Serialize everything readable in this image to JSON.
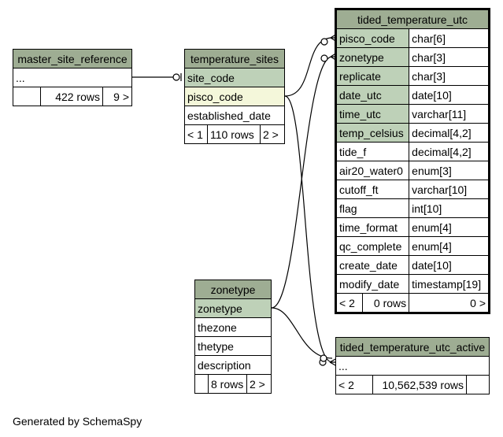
{
  "tables": {
    "master_site_reference": {
      "name": "master_site_reference",
      "ellipsis": "...",
      "rows": "422 rows",
      "children": "9 >"
    },
    "temperature_sites": {
      "name": "temperature_sites",
      "columns": [
        "site_code",
        "pisco_code",
        "established_date"
      ],
      "parents": "< 1",
      "rows": "110 rows",
      "children": "2 >"
    },
    "zonetype": {
      "name": "zonetype",
      "columns": [
        "zonetype",
        "thezone",
        "thetype",
        "description"
      ],
      "rows": "8 rows",
      "children": "2 >"
    },
    "tided_temperature_utc": {
      "name": "tided_temperature_utc",
      "columns": [
        {
          "name": "pisco_code",
          "type": "char[6]"
        },
        {
          "name": "zonetype",
          "type": "char[3]"
        },
        {
          "name": "replicate",
          "type": "char[3]"
        },
        {
          "name": "date_utc",
          "type": "date[10]"
        },
        {
          "name": "time_utc",
          "type": "varchar[11]"
        },
        {
          "name": "temp_celsius",
          "type": "decimal[4,2]"
        },
        {
          "name": "tide_f",
          "type": "decimal[4,2]"
        },
        {
          "name": "air20_water0",
          "type": "enum[3]"
        },
        {
          "name": "cutoff_ft",
          "type": "varchar[10]"
        },
        {
          "name": "flag",
          "type": "int[10]"
        },
        {
          "name": "time_format",
          "type": "enum[4]"
        },
        {
          "name": "qc_complete",
          "type": "enum[4]"
        },
        {
          "name": "create_date",
          "type": "date[10]"
        },
        {
          "name": "modify_date",
          "type": "timestamp[19]"
        }
      ],
      "parents": "< 2",
      "rows": "0 rows",
      "children": "0 >"
    },
    "tided_temperature_utc_active": {
      "name": "tided_temperature_utc_active",
      "ellipsis": "...",
      "parents": "< 2",
      "rows": "10,562,539 rows"
    }
  },
  "footer": "Generated by SchemaSpy"
}
